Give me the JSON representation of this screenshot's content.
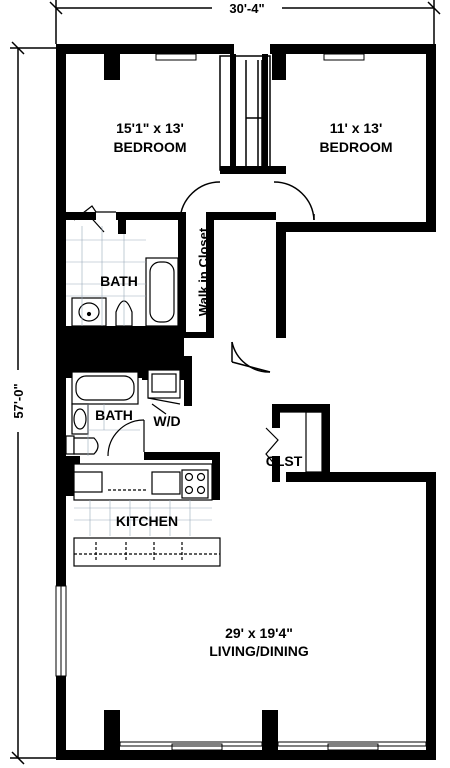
{
  "dimensions": {
    "width": "30'-4\"",
    "height": "57'-0\""
  },
  "rooms": {
    "bedroom1": {
      "size": "15'1\" x 13'",
      "name": "BEDROOM"
    },
    "bedroom2": {
      "size": "11' x 13'",
      "name": "BEDROOM"
    },
    "bath1": {
      "name": "BATH"
    },
    "bath2": {
      "name": "BATH"
    },
    "walk_in_closet": {
      "name": "Walk in Closet"
    },
    "wd": {
      "name": "W/D"
    },
    "closet": {
      "name": "CLST"
    },
    "kitchen": {
      "name": "KITCHEN"
    },
    "living": {
      "size": "29' x 19'4\"",
      "name": "LIVING/DINING"
    }
  }
}
